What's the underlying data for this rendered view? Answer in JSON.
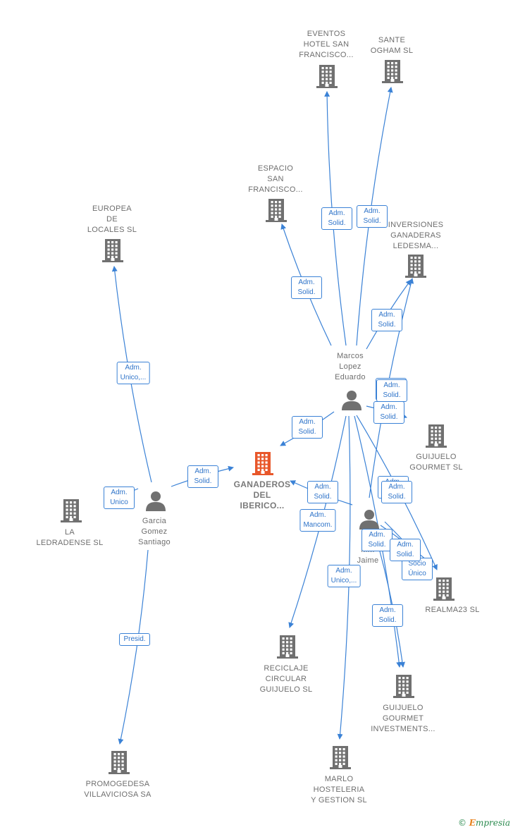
{
  "colors": {
    "edge": "#3b82d6",
    "building": "#707070",
    "building_main": "#e8572a",
    "person": "#707070",
    "badge_text": "#2f74c9"
  },
  "nodes": [
    {
      "id": "eventos",
      "label": "EVENTOS\nHOTEL SAN\nFRANCISCO...",
      "kind": "company",
      "icon": "building-icon"
    },
    {
      "id": "sante",
      "label": "SANTE\nOGHAM  SL",
      "kind": "company",
      "icon": "building-icon"
    },
    {
      "id": "espacio",
      "label": "ESPACIO\nSAN\nFRANCISCO...",
      "kind": "company",
      "icon": "building-icon"
    },
    {
      "id": "europea",
      "label": "EUROPEA\nDE\nLOCALES  SL",
      "kind": "company",
      "icon": "building-icon"
    },
    {
      "id": "inversiones",
      "label": "INVERSIONES\nGANADERAS\nLEDESMA...",
      "kind": "company",
      "icon": "building-icon"
    },
    {
      "id": "marcos",
      "label": "Marcos\nLopez\nEduardo",
      "kind": "person",
      "icon": "person-icon"
    },
    {
      "id": "ganaderos",
      "label": "GANADEROS\nDEL\nIBERICO...",
      "kind": "main",
      "icon": "building-icon"
    },
    {
      "id": "guijuelo_gourmet",
      "label": "GUIJUELO\nGOURMET  SL",
      "kind": "company",
      "icon": "building-icon"
    },
    {
      "id": "ledradense",
      "label": "LA\nLEDRADENSE SL",
      "kind": "company",
      "icon": "building-icon"
    },
    {
      "id": "garcia",
      "label": "Garcia\nGomez\nSantiago",
      "kind": "person",
      "icon": "person-icon"
    },
    {
      "id": "jaime",
      "label": "E...\nM...\nJaime",
      "kind": "person",
      "icon": "person-icon"
    },
    {
      "id": "realma",
      "label": "REALMA23  SL",
      "kind": "company",
      "icon": "building-icon"
    },
    {
      "id": "reciclaje",
      "label": "RECICLAJE\nCIRCULAR\nGUIJUELO  SL",
      "kind": "company",
      "icon": "building-icon"
    },
    {
      "id": "gg_invest",
      "label": "GUIJUELO\nGOURMET\nINVESTMENTS...",
      "kind": "company",
      "icon": "building-icon"
    },
    {
      "id": "promogedesa",
      "label": "PROMOGEDESA\nVILLAVICIOSA SA",
      "kind": "company",
      "icon": "building-icon"
    },
    {
      "id": "marlo",
      "label": "MARLO\nHOSTELERIA\nY GESTION  SL",
      "kind": "company",
      "icon": "building-icon"
    }
  ],
  "edges": [
    {
      "from": "marcos",
      "to": "eventos",
      "label": "Adm.\nSolid."
    },
    {
      "from": "marcos",
      "to": "sante",
      "label": "Adm.\nSolid."
    },
    {
      "from": "marcos",
      "to": "espacio",
      "label": "Adm.\nSolid."
    },
    {
      "from": "marcos",
      "to": "inversiones",
      "label": "Adm.\nSolid."
    },
    {
      "from": "marcos",
      "to": "guijuelo_gourmet",
      "label": "Adm.\nSolid."
    },
    {
      "from": "marcos",
      "to": "ganaderos",
      "label": "Adm.\nSolid."
    },
    {
      "from": "marcos",
      "to": "realma",
      "label": "Adm.\nSolid."
    },
    {
      "from": "marcos",
      "to": "reciclaje",
      "label": "Adm.\nMancom."
    },
    {
      "from": "marcos",
      "to": "marlo",
      "label": "Adm.\nUnico,..."
    },
    {
      "from": "marcos",
      "to": "gg_invest",
      "label": "Adm.\nSolid."
    },
    {
      "from": "garcia",
      "to": "europea",
      "label": "Adm.\nUnico,..."
    },
    {
      "from": "garcia",
      "to": "ledradense",
      "label": "Adm.\nUnico"
    },
    {
      "from": "garcia",
      "to": "ganaderos",
      "label": "Adm.\nSolid."
    },
    {
      "from": "garcia",
      "to": "promogedesa",
      "label": "Presid."
    },
    {
      "from": "jaime",
      "to": "ganaderos",
      "label": "Adm.\nSolid."
    },
    {
      "from": "jaime",
      "to": "inversiones",
      "label": "Adm.\nSolid."
    },
    {
      "from": "jaime",
      "to": "realma",
      "label": "Adm.\nSolid."
    },
    {
      "from": "jaime",
      "to": "gg_invest",
      "label": "Adm.\nSolid."
    },
    {
      "from": "jaime",
      "to": "realma",
      "label": "Socio\nÚnico"
    }
  ],
  "watermark": {
    "symbol": "©",
    "brand_initial": "E",
    "brand_rest": "mpresia"
  }
}
